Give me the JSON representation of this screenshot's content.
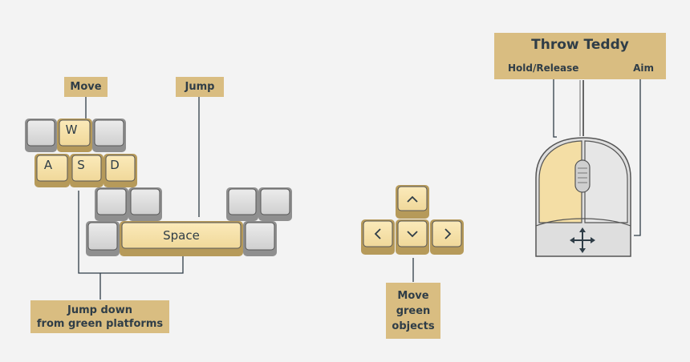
{
  "keyboard": {
    "keys": {
      "w": "W",
      "a": "A",
      "s": "S",
      "d": "D",
      "space": "Space"
    },
    "labels": {
      "move": "Move",
      "jump": "Jump",
      "jump_down": "Jump down\nfrom green platforms"
    }
  },
  "arrows": {
    "label": "Move\ngreen\nobjects"
  },
  "mouse": {
    "title": "Throw Teddy",
    "left_button": "Hold/Release",
    "movement": "Aim"
  },
  "colors": {
    "label_bg": "#d9bd81",
    "key_highlight": "#f7e2ac",
    "key_gray": "#dcdcdc",
    "line": "#2f3d47"
  }
}
